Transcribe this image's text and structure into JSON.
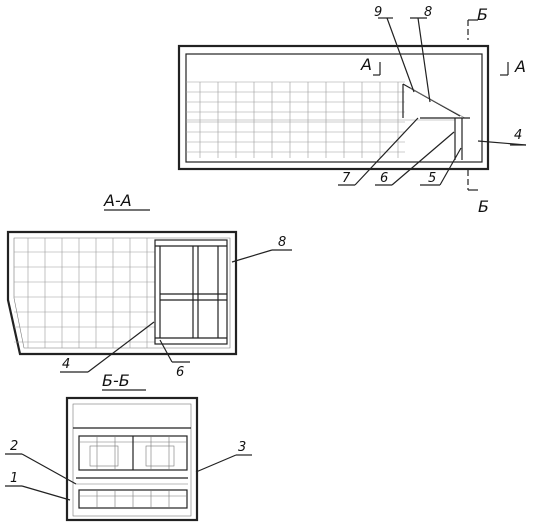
{
  "views": {
    "plan": {
      "callouts": [
        "9",
        "8",
        "7",
        "6",
        "5",
        "4"
      ],
      "section_marks": [
        "Б",
        "А",
        "А",
        "Б"
      ]
    },
    "section_aa": {
      "title": "А-А",
      "callouts": [
        "8",
        "4",
        "6"
      ]
    },
    "section_bb": {
      "title": "Б-Б",
      "callouts": [
        "2",
        "1",
        "3"
      ]
    }
  }
}
